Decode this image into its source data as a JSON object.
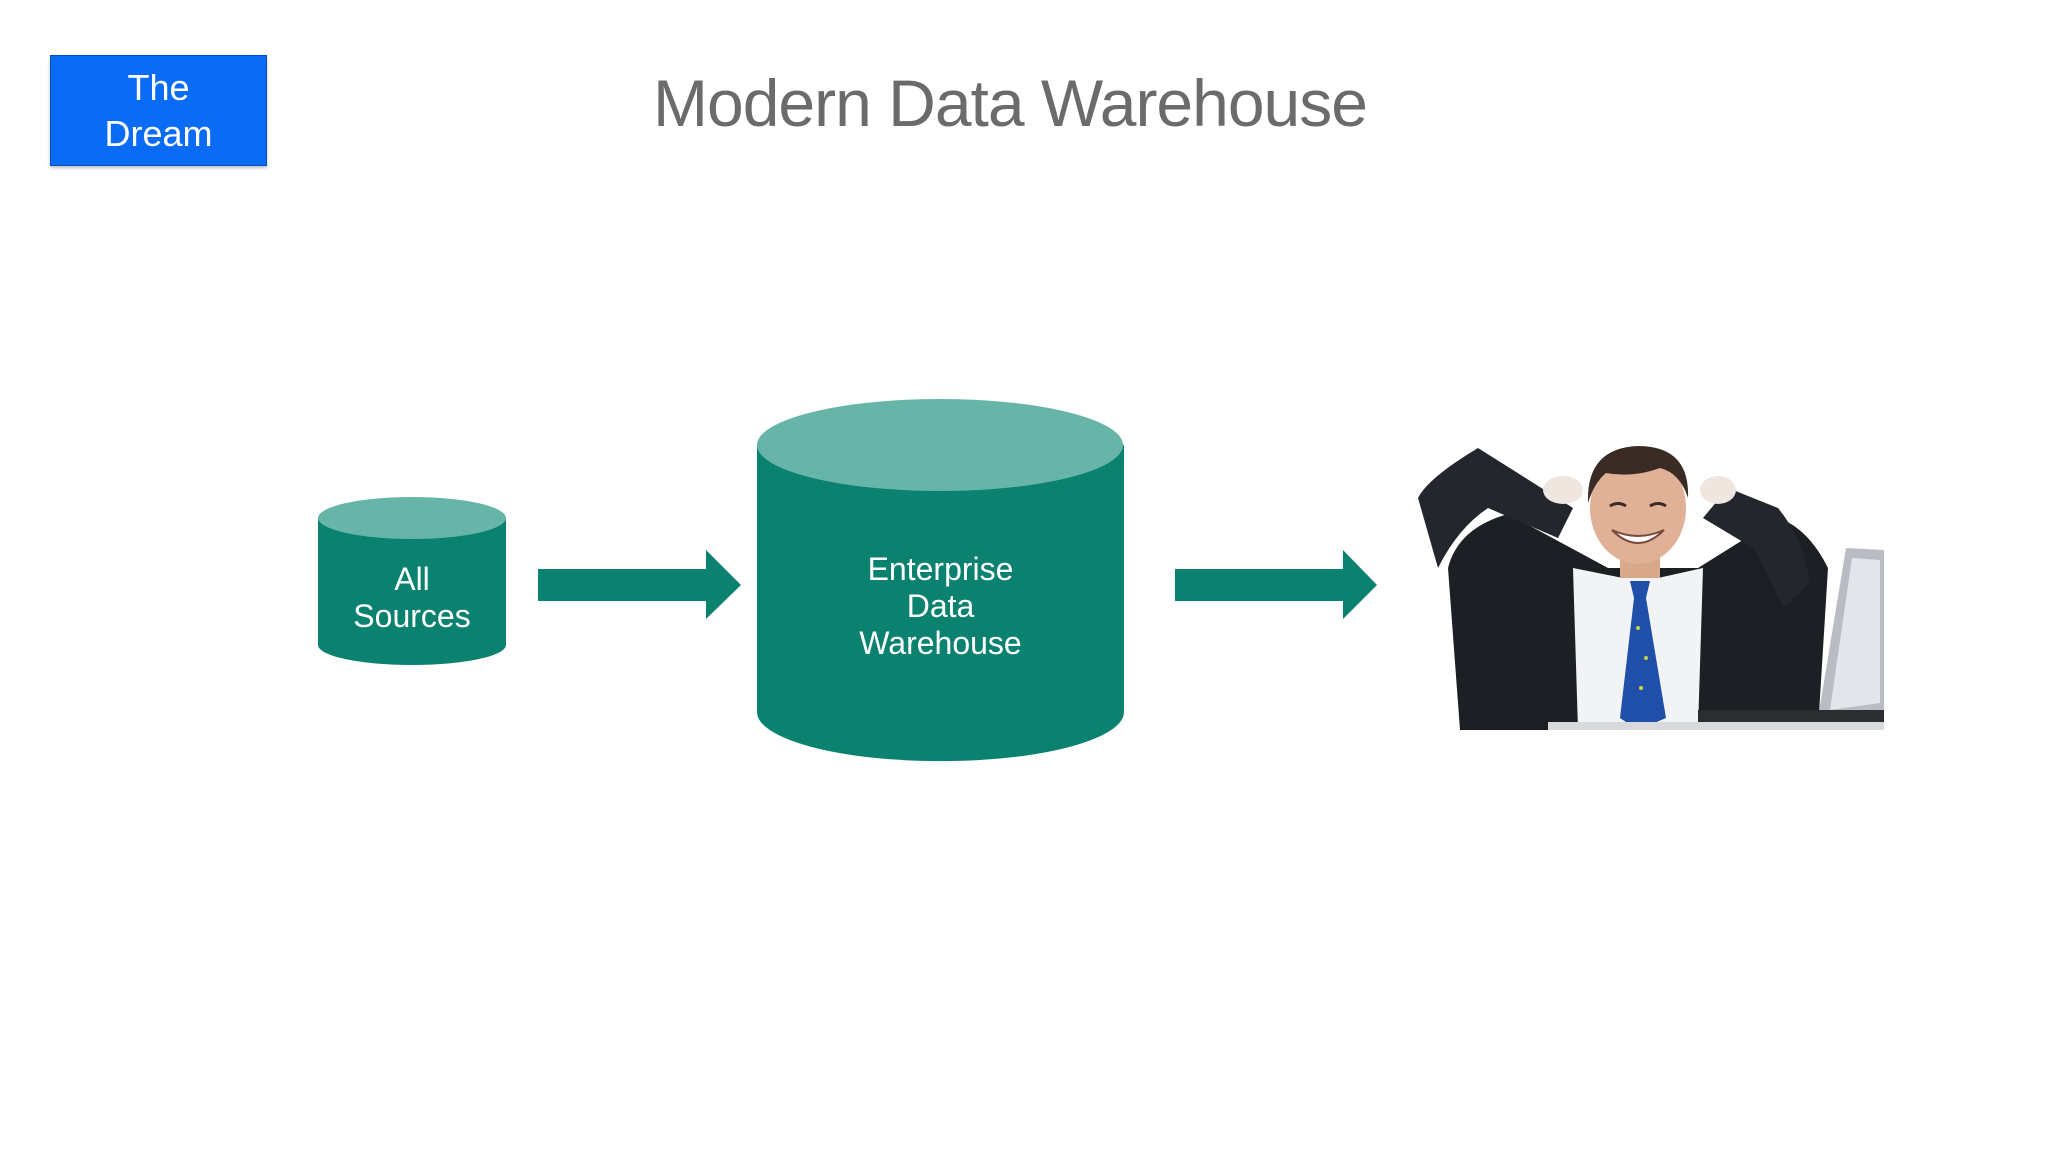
{
  "badge": {
    "line1": "The",
    "line2": "Dream",
    "color": "#0a6cf5"
  },
  "title": "Modern Data Warehouse",
  "colors": {
    "cylinder_body": "#0b8170",
    "cylinder_top": "#67b5a9",
    "arrow": "#0b8170"
  },
  "nodes": {
    "sources": {
      "line1": "All",
      "line2": "Sources"
    },
    "warehouse": {
      "line1": "Enterprise",
      "line2": "Data",
      "line3": "Warehouse"
    }
  },
  "image": {
    "subject": "smiling businessman relaxing with hands behind head at laptop",
    "icon": "relaxed-businessman-photo"
  }
}
